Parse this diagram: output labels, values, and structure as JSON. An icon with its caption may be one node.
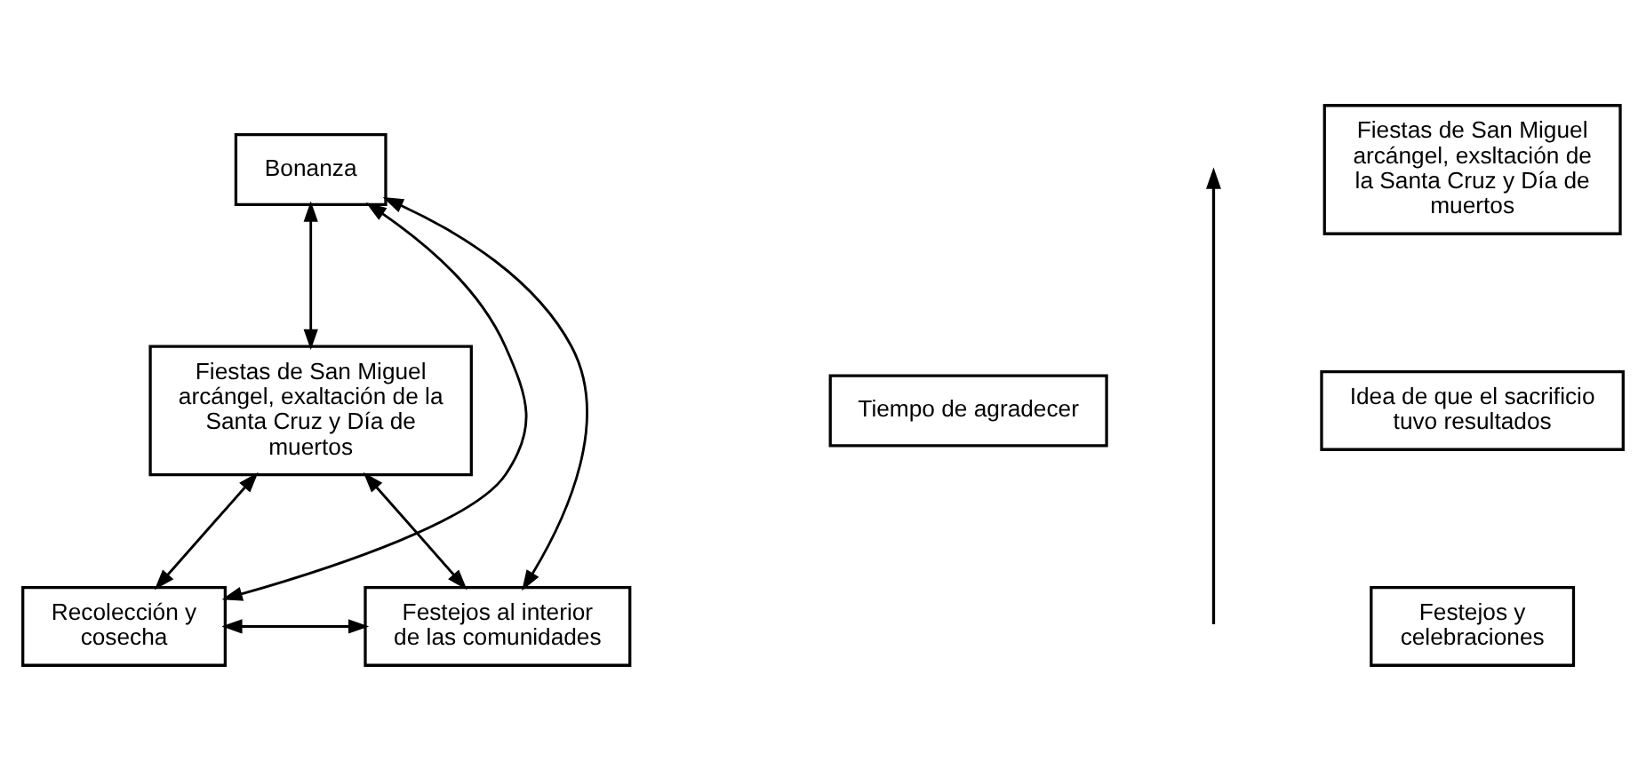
{
  "diagram": {
    "nodes": [
      {
        "text": [
          "Bonanza"
        ]
      },
      {
        "text": [
          "Fiestas de San Miguel arcángel, exaltación de la Santa Cruz y Día de muertos"
        ]
      },
      {
        "text": [
          "Recolección y cosecha"
        ]
      },
      {
        "text": [
          "Festejos al interior de las comunidades"
        ]
      },
      {
        "text": [
          "Tiempo de agradecer"
        ]
      },
      {
        "text": [
          "Fiestas de San Miguel arcángel, exsltación de la Santa Cruz y Día de muertos"
        ]
      },
      {
        "text": [
          "Idea de que el sacrificio tuvo resultados"
        ]
      },
      {
        "text": [
          "Festejos y celebraciones"
        ]
      }
    ],
    "edges": [
      {
        "from": 2,
        "to": 0,
        "arrow": "both"
      },
      {
        "from": 3,
        "to": 0,
        "arrow": "both"
      },
      {
        "from": 0,
        "to": 1,
        "arrow": "both"
      },
      {
        "from": 1,
        "to": 2,
        "arrow": "both"
      },
      {
        "from": 1,
        "to": 3,
        "arrow": "both"
      },
      {
        "from": 2,
        "to": 3,
        "arrow": "both"
      }
    ]
  }
}
